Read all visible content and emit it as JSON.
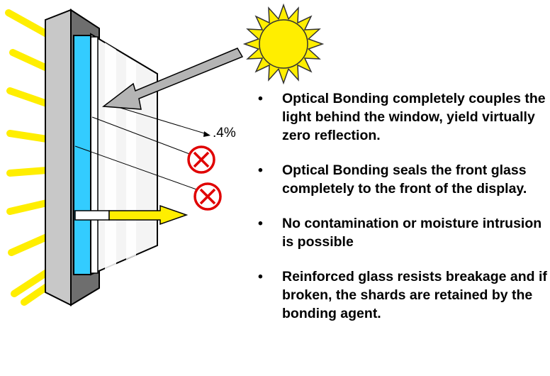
{
  "diagram": {
    "reflection_label": ".4%",
    "no_reflection_count": 2,
    "colors": {
      "sun": "#FFEE00",
      "sun_outline": "#333333",
      "rays": "#FFEE00",
      "lcd_layer": "#33CCFF",
      "frame": "#C8C8C8",
      "bezel": "#6E6E6E",
      "glass": "#F4F4F4",
      "arrow_in": "#B4B4B4",
      "arrow_out": "#FFEE00",
      "no_symbol": "#E00000"
    },
    "icons": [
      "sun-icon",
      "incoming-light-arrow",
      "transmitted-light-arrow",
      "no-reflection-icon"
    ]
  },
  "bullets": [
    {
      "marker": "•",
      "text": "Optical Bonding completely couples the light behind the window, yield virtually zero reflection."
    },
    {
      "marker": "•",
      "text": "Optical Bonding seals the front glass completely to the front of the display."
    },
    {
      "marker": "•",
      "text": "No contamination or moisture intrusion is possible"
    },
    {
      "marker": "•",
      "text": "Reinforced glass resists breakage and if broken, the shards are retained by the bonding agent."
    }
  ]
}
